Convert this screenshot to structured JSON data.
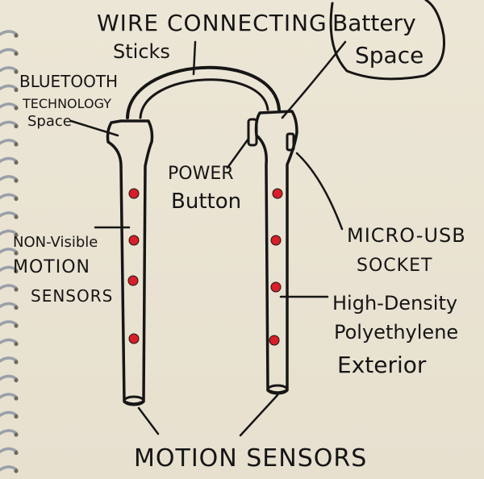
{
  "labels": {
    "wire_line1": "WIRE CONNECTING",
    "wire_line2": "Sticks",
    "battery_line1": "Battery",
    "battery_line2": "Space",
    "bluetooth_line1": "BLUETOOTH",
    "bluetooth_line2": "TECHNOLOGY",
    "bluetooth_line3": "Space",
    "power_line1": "POWER",
    "power_line2": "Button",
    "micro_usb_line1": "MICRO-USB",
    "micro_usb_line2": "SOCKET",
    "nonvisible_line1": "NON-Visible",
    "nonvisible_line2": "MOTION",
    "nonvisible_line3": "SENSORS",
    "hdpe_line1": "High-Density",
    "hdpe_line2": "Polyethylene",
    "hdpe_line3": "Exterior",
    "bottom_title": "MOTION SENSORS"
  },
  "colors": {
    "paper": "#e9e2d2",
    "ink": "#161616",
    "sensor": "#d81e28",
    "spiral": "#9aa0a8"
  },
  "icons": {
    "binding": "spiral-ring-icon",
    "sensor": "red-dot-icon"
  }
}
